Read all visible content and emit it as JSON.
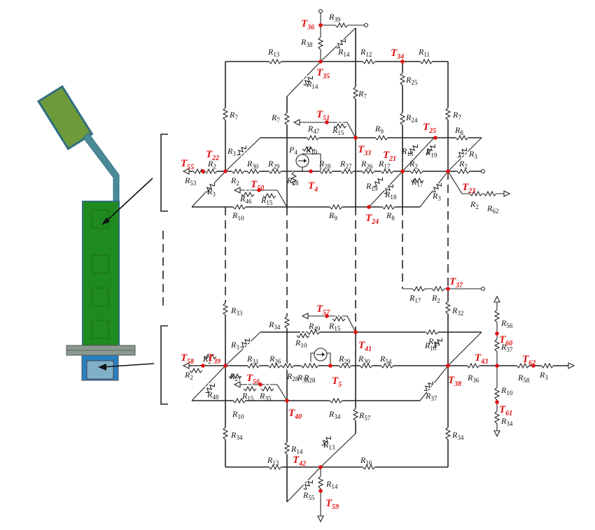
{
  "nodes": [
    {
      "name": "T_36",
      "label": "T",
      "sub": "36"
    },
    {
      "name": "T_35",
      "label": "T",
      "sub": "35"
    },
    {
      "name": "T_34",
      "label": "T",
      "sub": "34"
    },
    {
      "name": "T_51",
      "label": "T",
      "sub": "51"
    },
    {
      "name": "T_25",
      "label": "T",
      "sub": "25"
    },
    {
      "name": "T_22",
      "label": "T",
      "sub": "22"
    },
    {
      "name": "T_55",
      "label": "T",
      "sub": "55"
    },
    {
      "name": "T_33",
      "label": "T",
      "sub": "33"
    },
    {
      "name": "T_21",
      "label": "T",
      "sub": "21"
    },
    {
      "name": "T_4",
      "label": "T",
      "sub": "4"
    },
    {
      "name": "T_50",
      "label": "T",
      "sub": "50"
    },
    {
      "name": "T_23",
      "label": "T",
      "sub": "23"
    },
    {
      "name": "T_24",
      "label": "T",
      "sub": "24"
    },
    {
      "name": "T_37",
      "label": "T",
      "sub": "37"
    },
    {
      "name": "T_57",
      "label": "T",
      "sub": "57"
    },
    {
      "name": "T_41",
      "label": "T",
      "sub": "41"
    },
    {
      "name": "T_60",
      "label": "T",
      "sub": "60"
    },
    {
      "name": "T_58",
      "label": "T",
      "sub": "58"
    },
    {
      "name": "T_39",
      "label": "T",
      "sub": "39"
    },
    {
      "name": "T_5",
      "label": "T",
      "sub": "5"
    },
    {
      "name": "T_43",
      "label": "T",
      "sub": "43"
    },
    {
      "name": "T_62",
      "label": "T",
      "sub": "62"
    },
    {
      "name": "T_38",
      "label": "T",
      "sub": "38"
    },
    {
      "name": "T_56",
      "label": "T",
      "sub": "56"
    },
    {
      "name": "T_40",
      "label": "T",
      "sub": "40"
    },
    {
      "name": "T_61",
      "label": "T",
      "sub": "61"
    },
    {
      "name": "T_42",
      "label": "T",
      "sub": "42"
    },
    {
      "name": "T_59",
      "label": "T",
      "sub": "59"
    }
  ],
  "resistors": [
    {
      "label": "R",
      "sub": "39"
    },
    {
      "label": "R",
      "sub": "38"
    },
    {
      "label": "R",
      "sub": "14"
    },
    {
      "label": "R",
      "sub": "13"
    },
    {
      "label": "R",
      "sub": "12"
    },
    {
      "label": "R",
      "sub": "11"
    },
    {
      "label": "R",
      "sub": "25"
    },
    {
      "label": "R",
      "sub": "14"
    },
    {
      "label": "R",
      "sub": "7"
    },
    {
      "label": "R",
      "sub": "7"
    },
    {
      "label": "R",
      "sub": "7"
    },
    {
      "label": "R",
      "sub": "24"
    },
    {
      "label": "R",
      "sub": "7"
    },
    {
      "label": "R",
      "sub": "47"
    },
    {
      "label": "R",
      "sub": "15"
    },
    {
      "label": "R",
      "sub": "9"
    },
    {
      "label": "R",
      "sub": "8"
    },
    {
      "label": "R",
      "sub": "3"
    },
    {
      "label": "R",
      "sub": "10"
    },
    {
      "label": "R",
      "sub": "18"
    },
    {
      "label": "R",
      "sub": "19"
    },
    {
      "label": "R",
      "sub": "3"
    },
    {
      "label": "R",
      "sub": "2"
    },
    {
      "label": "R",
      "sub": "30"
    },
    {
      "label": "R",
      "sub": "29"
    },
    {
      "label": "R",
      "sub": "28"
    },
    {
      "label": "R",
      "sub": "27"
    },
    {
      "label": "R",
      "sub": "26"
    },
    {
      "label": "R",
      "sub": "17"
    },
    {
      "label": "R",
      "sub": "2"
    },
    {
      "label": "R",
      "sub": "2"
    },
    {
      "label": "R",
      "sub": "53"
    },
    {
      "label": "R",
      "sub": "2"
    },
    {
      "label": "R",
      "sub": "28"
    },
    {
      "label": "R",
      "sub": "17"
    },
    {
      "label": "R",
      "sub": "19"
    },
    {
      "label": "R",
      "sub": "18"
    },
    {
      "label": "R",
      "sub": "3"
    },
    {
      "label": "R",
      "sub": "3"
    },
    {
      "label": "R",
      "sub": "46"
    },
    {
      "label": "R",
      "sub": "15"
    },
    {
      "label": "R",
      "sub": "2"
    },
    {
      "label": "R",
      "sub": "62"
    },
    {
      "label": "R",
      "sub": "10"
    },
    {
      "label": "R",
      "sub": "9"
    },
    {
      "label": "R",
      "sub": "8"
    },
    {
      "label": "R",
      "sub": "17"
    },
    {
      "label": "R",
      "sub": "2"
    },
    {
      "label": "R",
      "sub": "33"
    },
    {
      "label": "R",
      "sub": "32"
    },
    {
      "label": "R",
      "sub": "34"
    },
    {
      "label": "R",
      "sub": "49"
    },
    {
      "label": "R",
      "sub": "15"
    },
    {
      "label": "R",
      "sub": "56"
    },
    {
      "label": "R",
      "sub": "3"
    },
    {
      "label": "R",
      "sub": "10"
    },
    {
      "label": "R",
      "sub": "10"
    },
    {
      "label": "R",
      "sub": "35"
    },
    {
      "label": "R",
      "sub": "37"
    },
    {
      "label": "R",
      "sub": "2"
    },
    {
      "label": "R",
      "sub": "31"
    },
    {
      "label": "R",
      "sub": "26"
    },
    {
      "label": "R",
      "sub": "28"
    },
    {
      "label": "R",
      "sub": "29"
    },
    {
      "label": "R",
      "sub": "30"
    },
    {
      "label": "R",
      "sub": "54"
    },
    {
      "label": "R",
      "sub": "2"
    },
    {
      "label": "R",
      "sub": "27"
    },
    {
      "label": "R",
      "sub": "28"
    },
    {
      "label": "R",
      "sub": "36"
    },
    {
      "label": "R",
      "sub": "36"
    },
    {
      "label": "R",
      "sub": "58"
    },
    {
      "label": "R",
      "sub": "3"
    },
    {
      "label": "R",
      "sub": "48"
    },
    {
      "label": "R",
      "sub": "15"
    },
    {
      "label": "R",
      "sub": "35"
    },
    {
      "label": "R",
      "sub": "37"
    },
    {
      "label": "R",
      "sub": "10"
    },
    {
      "label": "R",
      "sub": "10"
    },
    {
      "label": "R",
      "sub": "34"
    },
    {
      "label": "R",
      "sub": "57"
    },
    {
      "label": "R",
      "sub": "34"
    },
    {
      "label": "R",
      "sub": "34"
    },
    {
      "label": "R",
      "sub": "34"
    },
    {
      "label": "R",
      "sub": "14"
    },
    {
      "label": "R",
      "sub": "13"
    },
    {
      "label": "R",
      "sub": "13"
    },
    {
      "label": "R",
      "sub": "16"
    },
    {
      "label": "R",
      "sub": "14"
    },
    {
      "label": "R",
      "sub": "55"
    }
  ],
  "sources": [
    {
      "label": "P",
      "sub": "4"
    }
  ],
  "colors": {
    "wire": "#222222",
    "node": "#e01010",
    "board_green": "#1f8a1f",
    "antenna_green": "#6f9a3a",
    "steel_blue": "#3f7f8f",
    "base_gray": "#7a8a80",
    "base_blue": "#2a7fbf"
  }
}
